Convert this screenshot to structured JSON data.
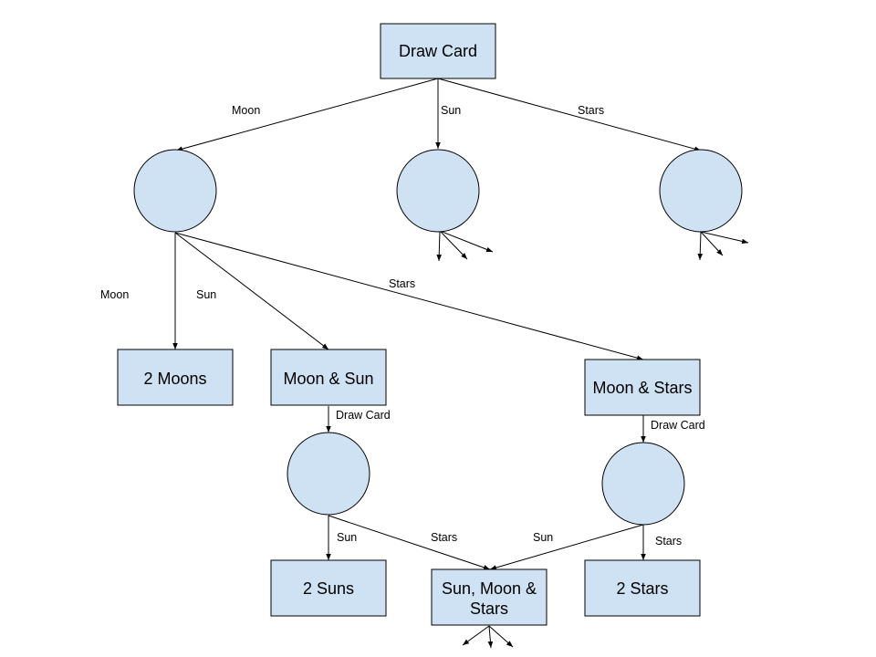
{
  "colors": {
    "fill": "#cfe2f3",
    "stroke": "#000000",
    "text": "#000000",
    "background": "#ffffff"
  },
  "boxes": {
    "draw_card": "Draw Card",
    "two_moons": "2 Moons",
    "moon_sun": "Moon & Sun",
    "moon_stars": "Moon & Stars",
    "two_suns": "2 Suns",
    "sun_moon_stars_line1": "Sun, Moon &",
    "sun_moon_stars_line2": "Stars",
    "two_stars": "2 Stars"
  },
  "edges": {
    "root_to_moon": "Moon",
    "root_to_sun": "Sun",
    "root_to_stars": "Stars",
    "moon_to_moon": "Moon",
    "moon_to_sun": "Sun",
    "moon_to_stars": "Stars",
    "moonsun_draw": "Draw Card",
    "moonstars_draw": "Draw Card",
    "ms_to_suns": "Sun",
    "ms_to_sms": "Stars",
    "mst_to_sms": "Sun",
    "mst_to_stars": "Stars"
  }
}
